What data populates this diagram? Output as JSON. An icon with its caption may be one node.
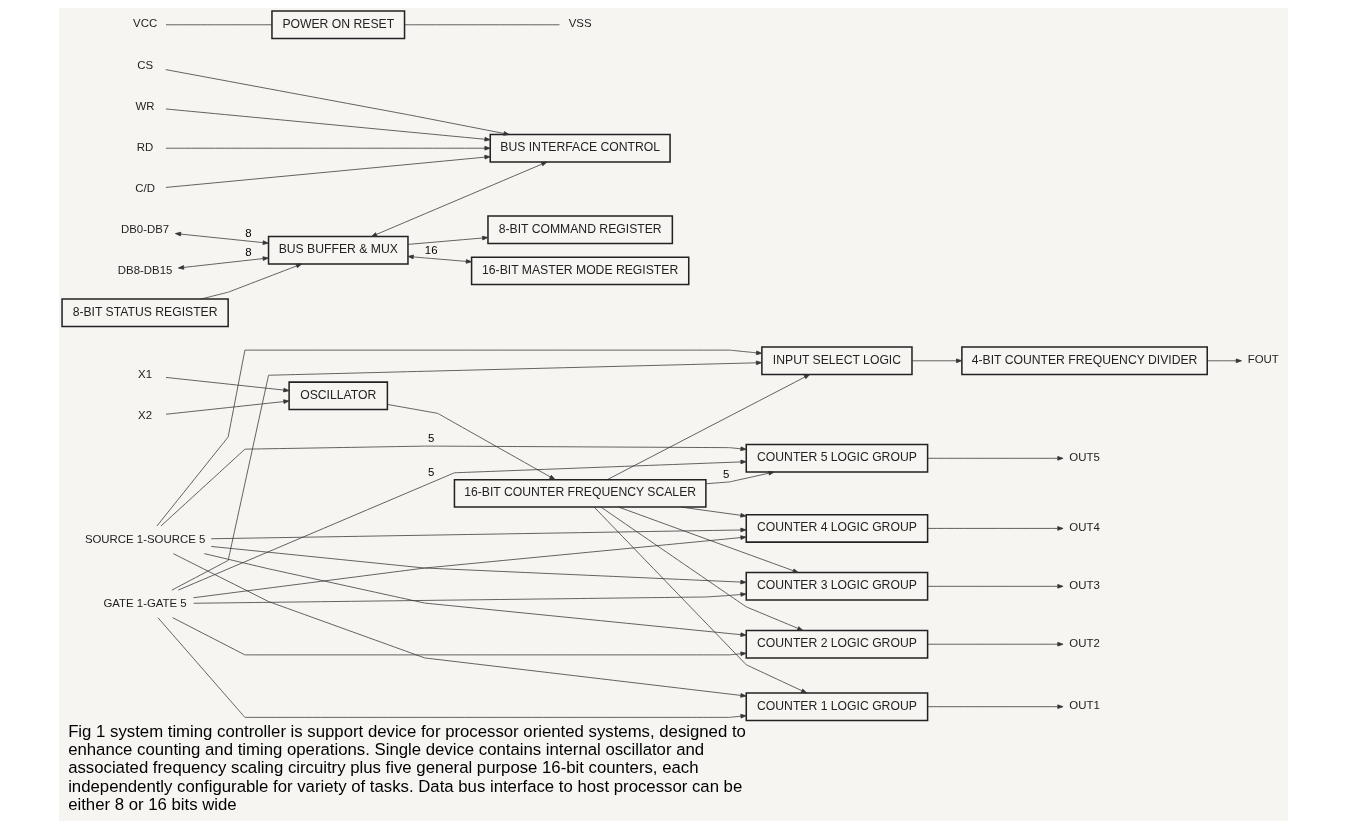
{
  "diagram": {
    "caption": "Fig 1 system timing controller is support device for processor oriented systems, designed to enhance counting and timing operations. Single device contains internal oscillator and associated frequency scaling circuitry plus five general purpose 16-bit counters, each independently configurable for variety of tasks. Data bus interface to host processor can be either 8 or 16 bits wide",
    "nodes": [
      {
        "text": [
          "SOURCE 1-SOURCE 5"
        ]
      },
      {
        "text": [
          "GATE 1-GATE 5"
        ]
      },
      {
        "text": [
          "X1"
        ]
      },
      {
        "text": [
          "X2"
        ]
      },
      {
        "text": [
          "OSCILLATOR"
        ]
      },
      {
        "text": [
          "16-BIT COUNTER FREQUENCY SCALER"
        ]
      },
      {
        "text": [
          "FOUT"
        ]
      },
      {
        "text": [
          "4-BIT COUNTER FREQUENCY DIVIDER"
        ]
      },
      {
        "text": [
          "INPUT SELECT LOGIC"
        ]
      },
      {
        "text": [
          "8-BIT COMMAND REGISTER"
        ]
      },
      {
        "text": [
          "8-BIT STATUS REGISTER"
        ]
      },
      {
        "text": [
          "DB0-DB7"
        ]
      },
      {
        "text": [
          "DB8-DB15"
        ]
      },
      {
        "text": [
          "BUS BUFFER & MUX"
        ]
      },
      {
        "text": [
          "16-BIT MASTER MODE REGISTER"
        ]
      },
      {
        "text": [
          "WR"
        ]
      },
      {
        "text": [
          "RD"
        ]
      },
      {
        "text": [
          "C/D"
        ]
      },
      {
        "text": [
          "CS"
        ]
      },
      {
        "text": [
          "BUS INTERFACE CONTROL"
        ]
      },
      {
        "text": [
          "VCC"
        ]
      },
      {
        "text": [
          "POWER ON RESET"
        ]
      },
      {
        "text": [
          "VSS"
        ]
      },
      {
        "text": [
          "COUNTER 5 LOGIC GROUP"
        ]
      },
      {
        "text": [
          "COUNTER 4 LOGIC GROUP"
        ]
      },
      {
        "text": [
          "COUNTER 3 LOGIC GROUP"
        ]
      },
      {
        "text": [
          "COUNTER 2 LOGIC GROUP"
        ]
      },
      {
        "text": [
          "COUNTER 1 LOGIC GROUP"
        ]
      },
      {
        "text": [
          "OUT5"
        ]
      },
      {
        "text": [
          "OUT4"
        ]
      },
      {
        "text": [
          "OUT3"
        ]
      },
      {
        "text": [
          "OUT2"
        ]
      },
      {
        "text": [
          "OUT1"
        ]
      }
    ],
    "edges": [
      {
        "from": 2,
        "to": 4,
        "arrow": "to"
      },
      {
        "from": 3,
        "to": 4,
        "arrow": "to"
      },
      {
        "from": 4,
        "to": 5,
        "arrow": "to"
      },
      {
        "from": 8,
        "to": 7,
        "arrow": "to"
      },
      {
        "from": 7,
        "to": 6,
        "arrow": "to"
      },
      {
        "from": 11,
        "to": 13,
        "arrow": "both",
        "label": "8"
      },
      {
        "from": 12,
        "to": 13,
        "arrow": "both",
        "label": "8"
      },
      {
        "from": 13,
        "to": 9,
        "arrow": "to"
      },
      {
        "from": 13,
        "to": 14,
        "arrow": "both",
        "label": "16"
      },
      {
        "from": 10,
        "to": 13,
        "arrow": "to"
      },
      {
        "from": 13,
        "to": 19,
        "arrow": "both"
      },
      {
        "from": 15,
        "to": 19,
        "arrow": "to"
      },
      {
        "from": 16,
        "to": 19,
        "arrow": "to"
      },
      {
        "from": 17,
        "to": 19,
        "arrow": "to"
      },
      {
        "from": 18,
        "to": 19,
        "arrow": "to"
      },
      {
        "from": 20,
        "to": 21,
        "arrow": "none"
      },
      {
        "from": 21,
        "to": 22,
        "arrow": "none"
      },
      {
        "from": 0,
        "to": 23,
        "arrow": "to",
        "label": "5"
      },
      {
        "from": 0,
        "to": 24,
        "arrow": "to"
      },
      {
        "from": 0,
        "to": 25,
        "arrow": "to"
      },
      {
        "from": 0,
        "to": 26,
        "arrow": "to"
      },
      {
        "from": 0,
        "to": 27,
        "arrow": "to"
      },
      {
        "from": 0,
        "to": 8,
        "arrow": "to"
      },
      {
        "from": 5,
        "to": 23,
        "arrow": "to",
        "label": "5"
      },
      {
        "from": 5,
        "to": 24,
        "arrow": "to"
      },
      {
        "from": 5,
        "to": 25,
        "arrow": "to"
      },
      {
        "from": 5,
        "to": 26,
        "arrow": "to"
      },
      {
        "from": 5,
        "to": 27,
        "arrow": "to"
      },
      {
        "from": 5,
        "to": 8,
        "arrow": "to"
      },
      {
        "from": 1,
        "to": 23,
        "arrow": "to",
        "label": "5"
      },
      {
        "from": 1,
        "to": 24,
        "arrow": "to"
      },
      {
        "from": 1,
        "to": 25,
        "arrow": "to"
      },
      {
        "from": 1,
        "to": 26,
        "arrow": "to"
      },
      {
        "from": 1,
        "to": 27,
        "arrow": "to"
      },
      {
        "from": 1,
        "to": 8,
        "arrow": "to"
      },
      {
        "from": 23,
        "to": 28,
        "arrow": "to"
      },
      {
        "from": 24,
        "to": 29,
        "arrow": "to"
      },
      {
        "from": 25,
        "to": 30,
        "arrow": "to"
      },
      {
        "from": 26,
        "to": 31,
        "arrow": "to"
      },
      {
        "from": 27,
        "to": 32,
        "arrow": "to"
      }
    ]
  }
}
